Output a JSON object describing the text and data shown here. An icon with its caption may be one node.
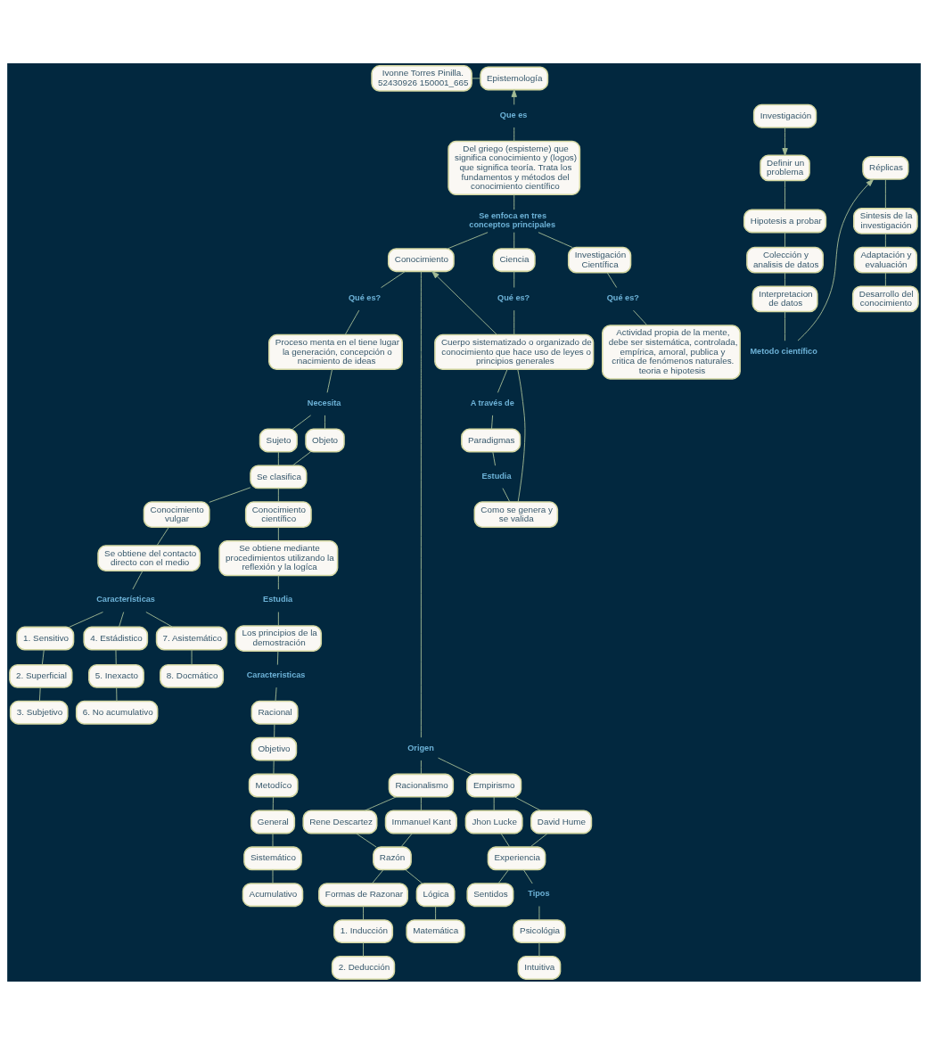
{
  "diagram": {
    "nodes": [
      {
        "text": [
          "Ivonne Torres Pinilla. 52430926 150001_665"
        ]
      },
      {
        "text": [
          "Epistemología"
        ]
      },
      {
        "text": [
          "Que es"
        ]
      },
      {
        "text": [
          "Del griego (espisteme) que significa conocimiento y (logos) que significa teoría. Trata los fundamentos y métodos del conocimiento científico"
        ]
      },
      {
        "text": [
          "Se enfoca en tres conceptos principales"
        ]
      },
      {
        "text": [
          "Conocimiento"
        ]
      },
      {
        "text": [
          "Ciencia"
        ]
      },
      {
        "text": [
          "Investigación Científica"
        ]
      },
      {
        "text": [
          "Qué es?"
        ]
      },
      {
        "text": [
          "Qué es?"
        ]
      },
      {
        "text": [
          "Qué es?"
        ]
      },
      {
        "text": [
          "Proceso menta en el tiene lugar la generación, concepción o nacimiento de ideas"
        ]
      },
      {
        "text": [
          "Cuerpo sistematizado o organizado de conocimiento que hace uso de leyes o principios generales"
        ]
      },
      {
        "text": [
          "Actividad propia de la mente, debe ser sistemática, controlada, empírica, amoral, publica y critica de fenómenos naturales. teoria e hipotesis"
        ]
      },
      {
        "text": [
          "Necesita"
        ]
      },
      {
        "text": [
          "Sujeto"
        ]
      },
      {
        "text": [
          "Objeto"
        ]
      },
      {
        "text": [
          "Se clasifica"
        ]
      },
      {
        "text": [
          "Conocimiento vulgar"
        ]
      },
      {
        "text": [
          "Conocimiento científico"
        ]
      },
      {
        "text": [
          "Se obtiene del contacto directo con el medio"
        ]
      },
      {
        "text": [
          "Se obtiene mediante procedimientos utilizando la reflexión y la logíca"
        ]
      },
      {
        "text": [
          "Características"
        ]
      },
      {
        "text": [
          "1. Sensitivo"
        ]
      },
      {
        "text": [
          "2. Superficial"
        ]
      },
      {
        "text": [
          "3. Subjetivo"
        ]
      },
      {
        "text": [
          "4. Estádistico"
        ]
      },
      {
        "text": [
          "5. Inexacto"
        ]
      },
      {
        "text": [
          "6. No acumulativo"
        ]
      },
      {
        "text": [
          "7. Asistemático"
        ]
      },
      {
        "text": [
          "8. Docmático"
        ]
      },
      {
        "text": [
          "Estudia"
        ]
      },
      {
        "text": [
          "Los principios de la demostración"
        ]
      },
      {
        "text": [
          "Caracteristicas"
        ]
      },
      {
        "text": [
          "Racional"
        ]
      },
      {
        "text": [
          "Objetivo"
        ]
      },
      {
        "text": [
          "Metodíco"
        ]
      },
      {
        "text": [
          "General"
        ]
      },
      {
        "text": [
          "Sistemático"
        ]
      },
      {
        "text": [
          "Acumulativo"
        ]
      },
      {
        "text": [
          "A través de"
        ]
      },
      {
        "text": [
          "Paradigmas"
        ]
      },
      {
        "text": [
          "Estudia"
        ]
      },
      {
        "text": [
          "Como se genera y se valida"
        ]
      },
      {
        "text": [
          "Origen"
        ]
      },
      {
        "text": [
          "Racionalismo"
        ]
      },
      {
        "text": [
          "Empirismo"
        ]
      },
      {
        "text": [
          "Rene Descartez"
        ]
      },
      {
        "text": [
          "Immanuel Kant"
        ]
      },
      {
        "text": [
          "Razón"
        ]
      },
      {
        "text": [
          "Formas de Razonar"
        ]
      },
      {
        "text": [
          "Lógica"
        ]
      },
      {
        "text": [
          "1. Inducción"
        ]
      },
      {
        "text": [
          "2. Deducción"
        ]
      },
      {
        "text": [
          "Matemática"
        ]
      },
      {
        "text": [
          "Jhon Lucke"
        ]
      },
      {
        "text": [
          "David Hume"
        ]
      },
      {
        "text": [
          "Experiencia"
        ]
      },
      {
        "text": [
          "Sentidos"
        ]
      },
      {
        "text": [
          "Tipos"
        ]
      },
      {
        "text": [
          "Psicológia"
        ]
      },
      {
        "text": [
          "Intuitiva"
        ]
      },
      {
        "text": [
          "Investigación"
        ]
      },
      {
        "text": [
          "Definir un problema"
        ]
      },
      {
        "text": [
          "Hipotesis a probar"
        ]
      },
      {
        "text": [
          "Colección y analisis de datos"
        ]
      },
      {
        "text": [
          "Interpretacion de datos"
        ]
      },
      {
        "text": [
          "Metodo científico"
        ]
      },
      {
        "text": [
          "Réplicas"
        ]
      },
      {
        "text": [
          "Sintesis de la investigación"
        ]
      },
      {
        "text": [
          "Adaptación y evaluación"
        ]
      },
      {
        "text": [
          "Desarrollo del conocimiento"
        ]
      }
    ],
    "edges": [
      {
        "from": 0,
        "to": 1,
        "arrow": "none"
      },
      {
        "from": 2,
        "to": 1,
        "arrow": "to"
      },
      {
        "from": 2,
        "to": 3,
        "arrow": "none"
      },
      {
        "from": 3,
        "to": 4,
        "arrow": "none"
      },
      {
        "from": 4,
        "to": 5,
        "arrow": "none"
      },
      {
        "from": 4,
        "to": 6,
        "arrow": "none"
      },
      {
        "from": 4,
        "to": 7,
        "arrow": "none"
      },
      {
        "from": 5,
        "to": 8,
        "arrow": "none"
      },
      {
        "from": 8,
        "to": 11,
        "arrow": "none"
      },
      {
        "from": 6,
        "to": 9,
        "arrow": "none"
      },
      {
        "from": 9,
        "to": 12,
        "arrow": "none"
      },
      {
        "from": 7,
        "to": 10,
        "arrow": "none"
      },
      {
        "from": 10,
        "to": 13,
        "arrow": "none"
      },
      {
        "from": 12,
        "to": 5,
        "arrow": "to"
      },
      {
        "from": 5,
        "to": 44,
        "arrow": "none"
      },
      {
        "from": 44,
        "to": 45,
        "arrow": "none"
      },
      {
        "from": 44,
        "to": 46,
        "arrow": "none"
      },
      {
        "from": 12,
        "to": 40,
        "arrow": "none"
      },
      {
        "from": 40,
        "to": 41,
        "arrow": "none"
      },
      {
        "from": 41,
        "to": 42,
        "arrow": "none"
      },
      {
        "from": 42,
        "to": 43,
        "arrow": "none"
      },
      {
        "from": 12,
        "to": 43,
        "arrow": "none"
      },
      {
        "from": 11,
        "to": 14,
        "arrow": "none"
      },
      {
        "from": 14,
        "to": 15,
        "arrow": "none"
      },
      {
        "from": 14,
        "to": 16,
        "arrow": "none"
      },
      {
        "from": 15,
        "to": 17,
        "arrow": "none"
      },
      {
        "from": 16,
        "to": 17,
        "arrow": "none"
      },
      {
        "from": 17,
        "to": 18,
        "arrow": "none"
      },
      {
        "from": 17,
        "to": 19,
        "arrow": "none"
      },
      {
        "from": 18,
        "to": 20,
        "arrow": "none"
      },
      {
        "from": 20,
        "to": 22,
        "arrow": "none"
      },
      {
        "from": 22,
        "to": 23,
        "arrow": "none"
      },
      {
        "from": 22,
        "to": 26,
        "arrow": "none"
      },
      {
        "from": 22,
        "to": 29,
        "arrow": "none"
      },
      {
        "from": 23,
        "to": 24,
        "arrow": "none"
      },
      {
        "from": 24,
        "to": 25,
        "arrow": "none"
      },
      {
        "from": 26,
        "to": 27,
        "arrow": "none"
      },
      {
        "from": 27,
        "to": 28,
        "arrow": "none"
      },
      {
        "from": 29,
        "to": 30,
        "arrow": "none"
      },
      {
        "from": 19,
        "to": 21,
        "arrow": "none"
      },
      {
        "from": 21,
        "to": 31,
        "arrow": "none"
      },
      {
        "from": 31,
        "to": 32,
        "arrow": "none"
      },
      {
        "from": 32,
        "to": 33,
        "arrow": "none"
      },
      {
        "from": 33,
        "to": 34,
        "arrow": "none"
      },
      {
        "from": 34,
        "to": 35,
        "arrow": "none"
      },
      {
        "from": 35,
        "to": 36,
        "arrow": "none"
      },
      {
        "from": 36,
        "to": 37,
        "arrow": "none"
      },
      {
        "from": 37,
        "to": 38,
        "arrow": "none"
      },
      {
        "from": 38,
        "to": 39,
        "arrow": "none"
      },
      {
        "from": 45,
        "to": 47,
        "arrow": "none"
      },
      {
        "from": 45,
        "to": 48,
        "arrow": "none"
      },
      {
        "from": 47,
        "to": 49,
        "arrow": "none"
      },
      {
        "from": 48,
        "to": 49,
        "arrow": "none"
      },
      {
        "from": 49,
        "to": 50,
        "arrow": "none"
      },
      {
        "from": 49,
        "to": 51,
        "arrow": "none"
      },
      {
        "from": 50,
        "to": 52,
        "arrow": "none"
      },
      {
        "from": 52,
        "to": 53,
        "arrow": "none"
      },
      {
        "from": 51,
        "to": 54,
        "arrow": "none"
      },
      {
        "from": 46,
        "to": 55,
        "arrow": "none"
      },
      {
        "from": 46,
        "to": 56,
        "arrow": "none"
      },
      {
        "from": 55,
        "to": 57,
        "arrow": "none"
      },
      {
        "from": 56,
        "to": 57,
        "arrow": "none"
      },
      {
        "from": 57,
        "to": 58,
        "arrow": "none"
      },
      {
        "from": 57,
        "to": 59,
        "arrow": "none"
      },
      {
        "from": 59,
        "to": 60,
        "arrow": "none"
      },
      {
        "from": 60,
        "to": 61,
        "arrow": "none"
      },
      {
        "from": 62,
        "to": 63,
        "arrow": "to"
      },
      {
        "from": 63,
        "to": 64,
        "arrow": "none"
      },
      {
        "from": 64,
        "to": 65,
        "arrow": "none"
      },
      {
        "from": 65,
        "to": 66,
        "arrow": "none"
      },
      {
        "from": 66,
        "to": 67,
        "arrow": "none"
      },
      {
        "from": 67,
        "to": 68,
        "arrow": "to"
      },
      {
        "from": 68,
        "to": 69,
        "arrow": "none"
      },
      {
        "from": 69,
        "to": 70,
        "arrow": "none"
      },
      {
        "from": 70,
        "to": 71,
        "arrow": "none"
      }
    ]
  }
}
